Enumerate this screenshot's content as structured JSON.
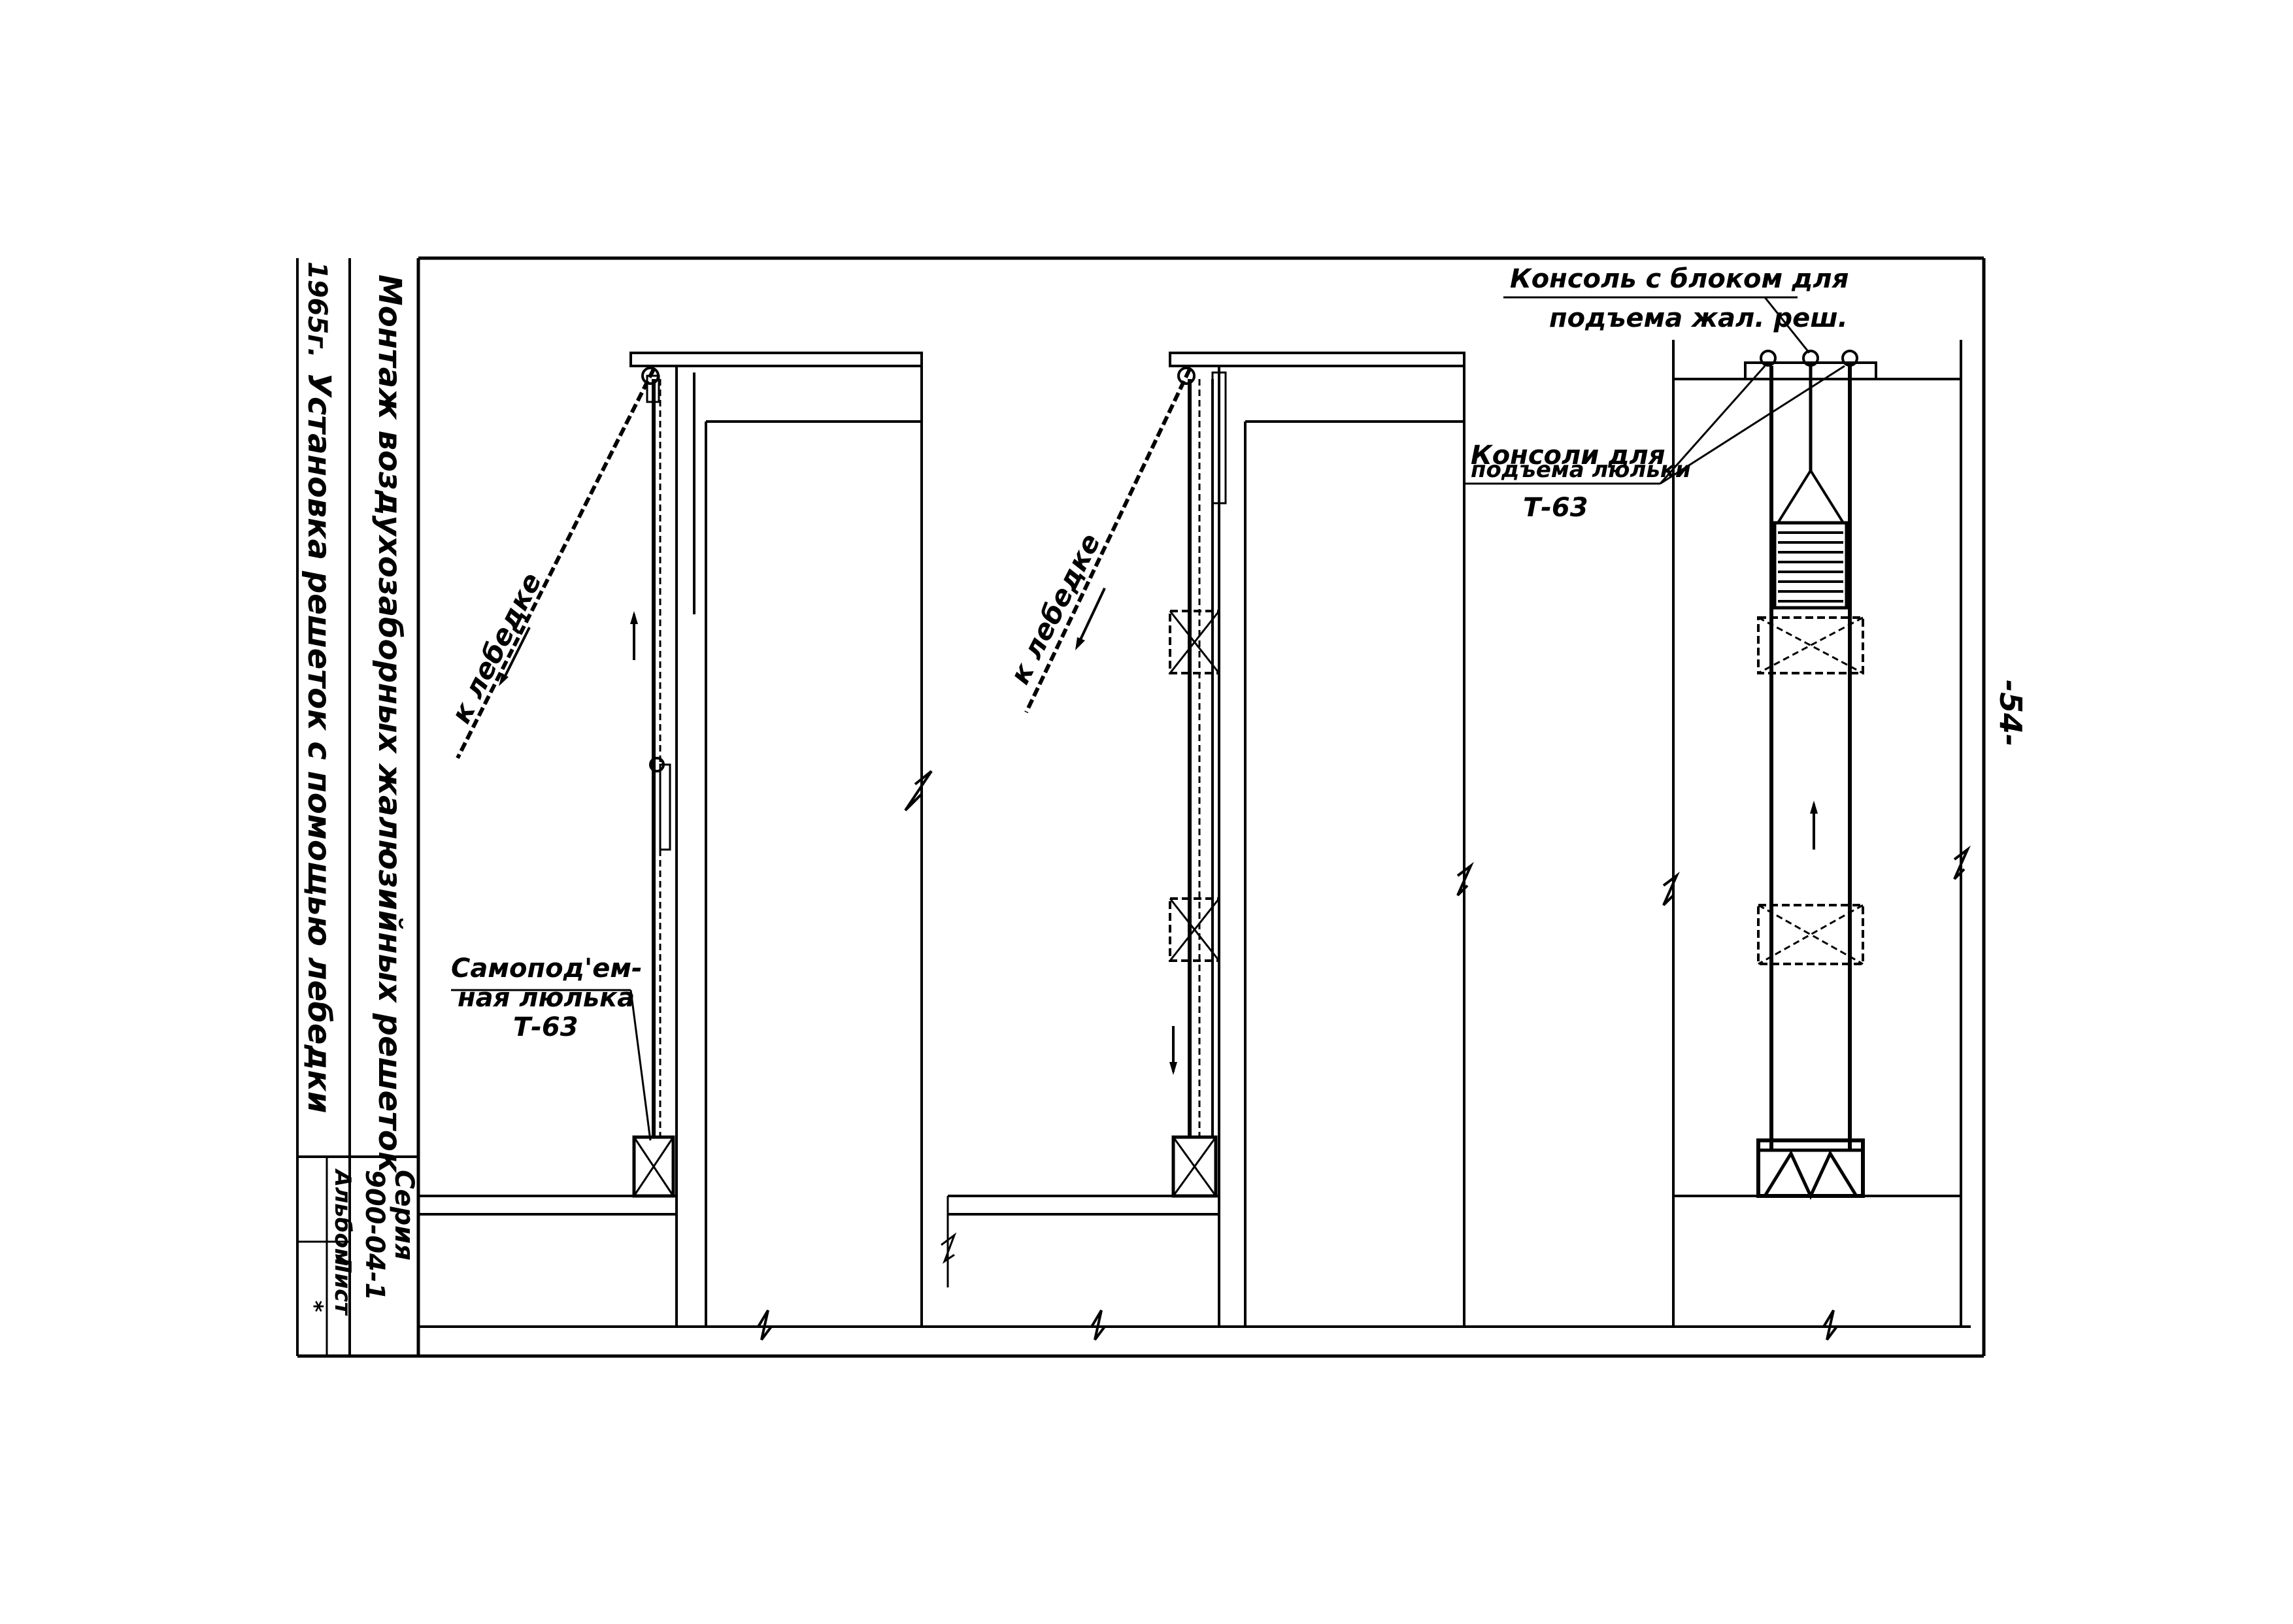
{
  "page_number": "-54-",
  "title_block": {
    "year": "1965г.",
    "title_main": "Монтаж воздухозаборных жалюзийных решеток",
    "title_sub": "Установка решеток с помощью лебедки",
    "series_label": "Серия",
    "series_value": "900-04-1",
    "album_label": "Альбом",
    "album_value": "*",
    "sheet_label": "Лист"
  },
  "labels": {
    "to_winch_1": "к лебедке",
    "to_winch_2": "к лебедке",
    "cradle_1": "Самопод'ем-",
    "cradle_2": "ная люлька",
    "cradle_3": "Т-63",
    "console_block_1": "Консоль с блоком для",
    "console_block_2": "подъема жал. реш.",
    "consoles_cradle_1": "Консоли для",
    "consoles_cradle_2": "подъема люльки",
    "consoles_cradle_3": "Т-63"
  }
}
